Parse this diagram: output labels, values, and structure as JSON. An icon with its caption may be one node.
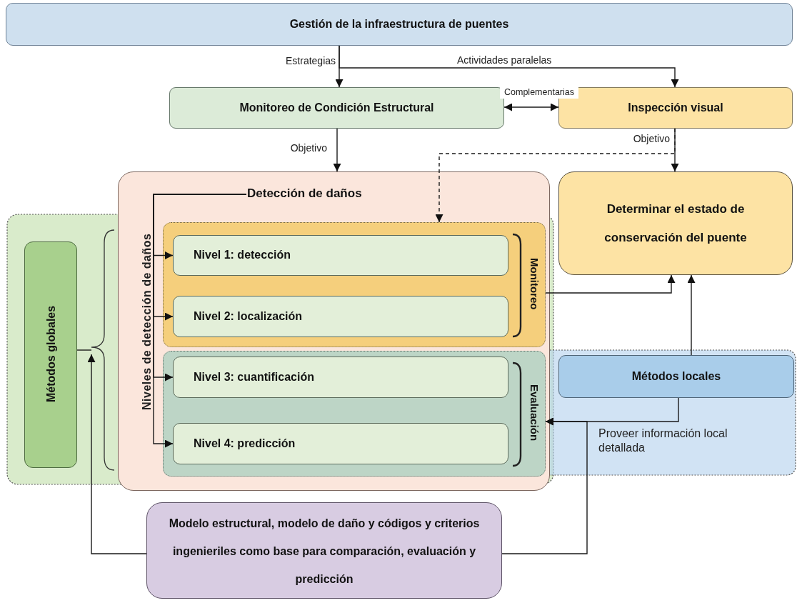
{
  "diagram": {
    "nodes": [
      {
        "text": [
          "Gestión de la infraestructura de puentes"
        ]
      },
      {
        "text": [
          "Monitoreo de Condición Estructural"
        ]
      },
      {
        "text": [
          "Inspección visual"
        ]
      },
      {
        "text": [
          "Detección de daños"
        ]
      },
      {
        "text": [
          "Monitoreo"
        ],
        "in": 3
      },
      {
        "text": [
          "Nivel 1: detección"
        ],
        "in": 4
      },
      {
        "text": [
          "Nivel 2: localización"
        ],
        "in": 4
      },
      {
        "text": [
          "Evaluación"
        ],
        "in": 3
      },
      {
        "text": [
          "Nivel 3: cuantificación"
        ],
        "in": 7
      },
      {
        "text": [
          "Nivel 4: predicción"
        ],
        "in": 7
      },
      {
        "text": [
          "Determinar el estado de conservación del puente"
        ]
      },
      {
        "text": [
          "Métodos globales"
        ]
      },
      {
        "text": [],
        "shape": "brace"
      },
      {
        "text": [
          "Métodos locales"
        ]
      },
      {
        "text": [
          "Modelo estructural, modelo de daño y códigos y criterios ingenieriles como base para comparación, evaluación y predicción"
        ]
      }
    ],
    "edges": [
      {
        "from": 0,
        "to": 1,
        "arrow": "to",
        "label": "Estrategias"
      },
      {
        "from": 0,
        "to": 2,
        "arrow": "to",
        "label": "Actividades paralelas"
      },
      {
        "from": 1,
        "to": 2,
        "arrow": "both",
        "label": "Complementarias"
      },
      {
        "from": 1,
        "to": 3,
        "arrow": "to",
        "label": "Objetivo"
      },
      {
        "from": 2,
        "to": 10,
        "arrow": "to",
        "label": "Objetivo"
      },
      {
        "from": 2,
        "to": 4,
        "arrow": "to",
        "style": "dashed"
      },
      {
        "from": 3,
        "to": 5,
        "arrow": "to"
      },
      {
        "from": 3,
        "to": 6,
        "arrow": "to"
      },
      {
        "from": 3,
        "to": 8,
        "arrow": "to"
      },
      {
        "from": 3,
        "to": 9,
        "arrow": "to"
      },
      {
        "from": 4,
        "to": 10,
        "arrow": "to"
      },
      {
        "from": 13,
        "to": 10,
        "arrow": "to"
      },
      {
        "from": 13,
        "to": 7,
        "arrow": "to",
        "label": "Proveer información local detallada"
      },
      {
        "from": 14,
        "to": 7,
        "arrow": "to"
      },
      {
        "from": 11,
        "to": 12,
        "arrow": "none"
      },
      {
        "from": 14,
        "to": 12,
        "arrow": "to"
      }
    ],
    "labels": [
      "Niveles de detección de daños"
    ]
  }
}
